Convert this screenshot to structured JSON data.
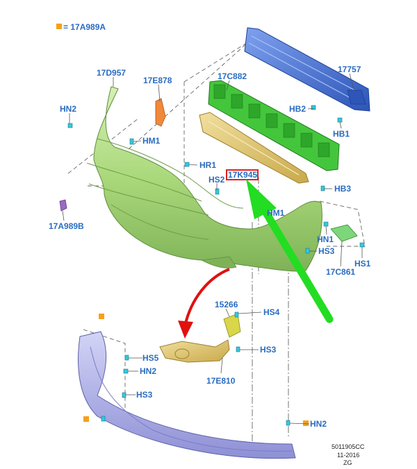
{
  "legend": {
    "swatch_color": "#f5a11a",
    "text": "= 17A989A"
  },
  "colors": {
    "callout_text": "#2a6cc0",
    "bumper_cover": "#a9d87a",
    "reinforcement_beam": "#3f6fd0",
    "energy_absorber": "#44c63c",
    "absorber_insert": "#e3c770",
    "lower_valance": "#a9abe6",
    "highlight_box": "#e02020",
    "green_arrow": "#22dd22",
    "red_arrow": "#e01010",
    "clip": "#35c8dc"
  },
  "labels": {
    "l_17D957": "17D957",
    "l_17E878": "17E878",
    "l_17C882": "17C882",
    "l_17757": "17757",
    "l_HN2_a": "HN2",
    "l_HB2": "HB2",
    "l_HB1": "HB1",
    "l_HM1_a": "HM1",
    "l_HR1": "HR1",
    "l_HS2": "HS2",
    "l_17K945": "17K945",
    "l_HB3": "HB3",
    "l_HM1_b": "HM1",
    "l_17A989B": "17A989B",
    "l_HN1": "HN1",
    "l_HS3_a": "HS3",
    "l_HS1": "HS1",
    "l_17C861": "17C861",
    "l_15266": "15266",
    "l_HS4": "HS4",
    "l_HS5": "HS5",
    "l_HS3_b": "HS3",
    "l_HN2_b": "HN2",
    "l_HS3_c": "HS3",
    "l_17E810": "17E810",
    "l_HN2_c": "HN2"
  },
  "footer": {
    "line1": "5011905CC",
    "line2": "11-2016",
    "line3": "ZG"
  }
}
